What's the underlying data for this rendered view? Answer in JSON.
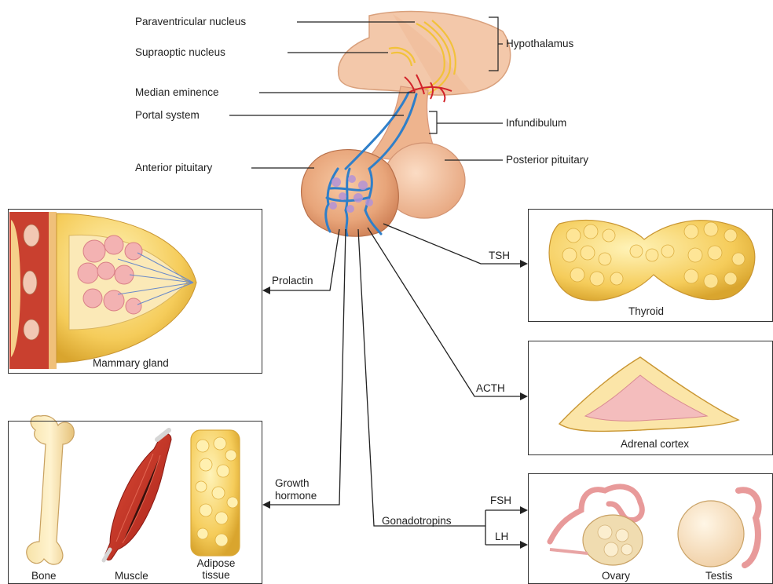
{
  "hypothalamus_labels": {
    "paraventricular": "Paraventricular nucleus",
    "supraoptic": "Supraoptic nucleus",
    "hypothalamus": "Hypothalamus",
    "median_eminence": "Median eminence",
    "portal_system": "Portal system",
    "infundibulum": "Infundibulum",
    "anterior_pituitary": "Anterior pituitary",
    "posterior_pituitary": "Posterior pituitary"
  },
  "hormones": {
    "prolactin": "Prolactin",
    "tsh": "TSH",
    "acth": "ACTH",
    "growth_hormone_line1": "Growth",
    "growth_hormone_line2": "hormone",
    "gonadotropins": "Gonadotropins",
    "fsh": "FSH",
    "lh": "LH"
  },
  "targets": {
    "mammary": "Mammary gland",
    "thyroid": "Thyroid",
    "adrenal": "Adrenal cortex",
    "bone": "Bone",
    "muscle": "Muscle",
    "adipose_line1": "Adipose",
    "adipose_line2": "tissue",
    "ovary": "Ovary",
    "testis": "Testis"
  },
  "colors": {
    "gland": "#e8a57a",
    "vessel_blue": "#2f7fc9",
    "vessel_red": "#d2232a",
    "nerve": "#f2c23a",
    "fat": "#f5cc5a",
    "panel_border": "#333333"
  }
}
